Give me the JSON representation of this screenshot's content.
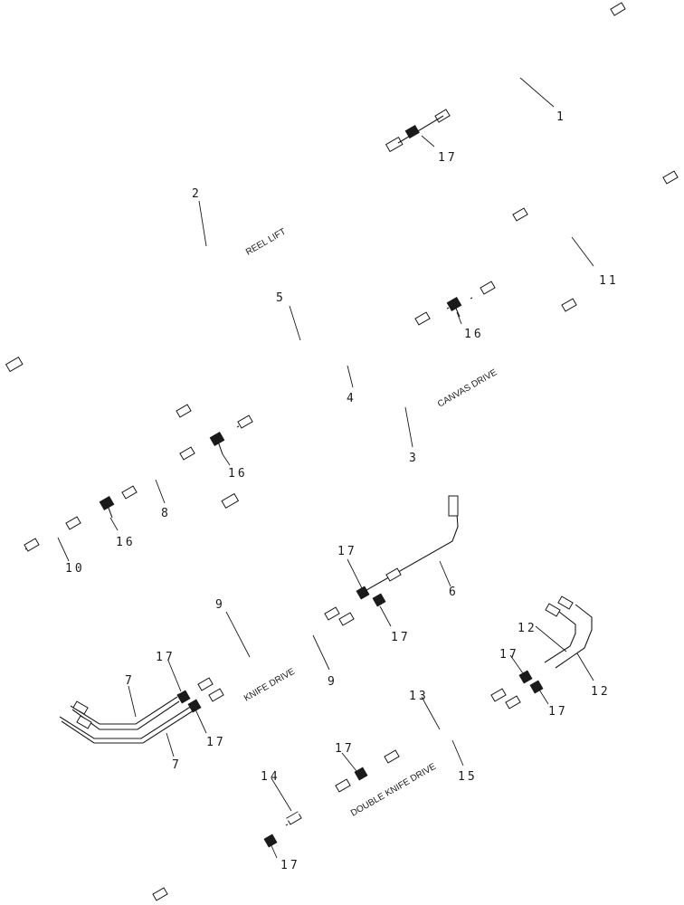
{
  "callouts": {
    "c1": "1",
    "c2": "2",
    "c3": "3",
    "c4": "4",
    "c5": "5",
    "c6": "6",
    "c7a": "7",
    "c7b": "7",
    "c8": "8",
    "c9a": "9",
    "c9b": "9",
    "c10": "10",
    "c11": "11",
    "c12a": "12",
    "c12b": "12",
    "c13": "13",
    "c14": "14",
    "c15": "15",
    "c16a": "16",
    "c16b": "16",
    "c16c": "16",
    "c17a": "17",
    "c17b": "17",
    "c17c": "17",
    "c17d": "17",
    "c17e": "17",
    "c17f": "17",
    "c17g": "17",
    "c17h": "17",
    "c17i": "17"
  },
  "circuits": {
    "reel_lift": "REEL LIFT",
    "canvas_drive": "CANVAS DRIVE",
    "knife_drive": "KNIFE DRIVE",
    "double_knife_drive": "DOUBLE KNIFE DRIVE"
  }
}
